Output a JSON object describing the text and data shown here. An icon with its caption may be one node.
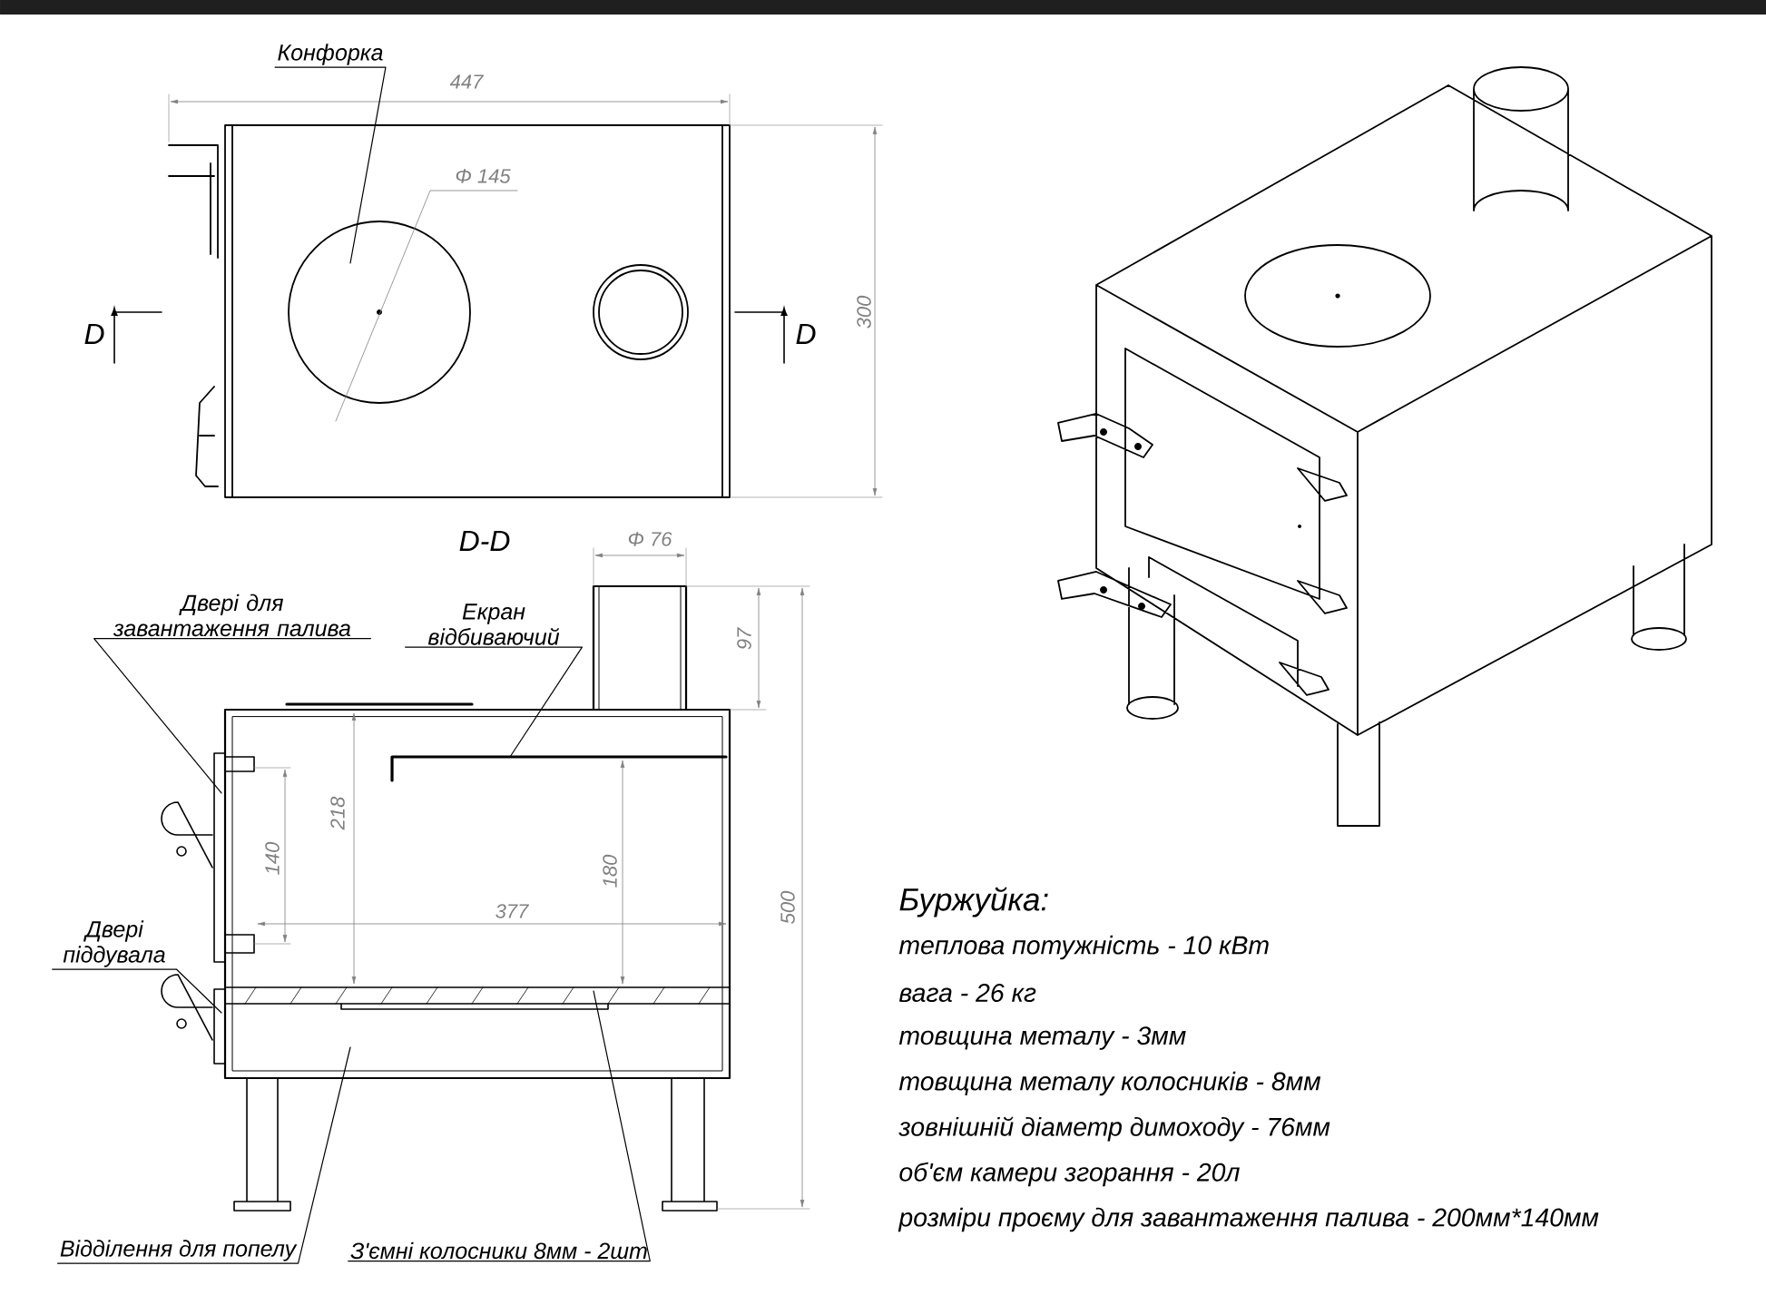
{
  "diagram": {
    "nodes": [
      {
        "text": [
          "Конфорка"
        ]
      },
      {
        "text": [
          "Двері для завантаження палива"
        ]
      },
      {
        "text": [
          "Екран відбиваючий"
        ]
      },
      {
        "text": [
          "Двері піддувала"
        ]
      },
      {
        "text": [
          "Відділення для попелу"
        ]
      },
      {
        "text": [
          "З'ємні колосники 8мм - 2шт"
        ]
      }
    ],
    "edges": [
      {
        "from": 0,
        "to": null,
        "arrow": "none"
      },
      {
        "from": 1,
        "to": null,
        "arrow": "none"
      },
      {
        "from": 2,
        "to": null,
        "arrow": "none"
      },
      {
        "from": 3,
        "to": null,
        "arrow": "none"
      },
      {
        "from": 4,
        "to": null,
        "arrow": "none"
      },
      {
        "from": 5,
        "to": null,
        "arrow": "none"
      }
    ],
    "labels": [
      "447",
      "Φ 145",
      "300",
      "D",
      "D",
      "D-D",
      "Φ 76",
      "97",
      "500",
      "218",
      "140",
      "180",
      "377",
      "Буржуйка:",
      "теплова потужність - 10 кВт",
      "вага - 26 кг",
      "товщина металу - 3мм",
      "товщина металу колосників - 8мм",
      "зовнішній діаметр димоходу - 76мм",
      "об'єм камери згорання - 20л",
      "розміри проєму для завантаження палива - 200мм*140мм"
    ]
  }
}
